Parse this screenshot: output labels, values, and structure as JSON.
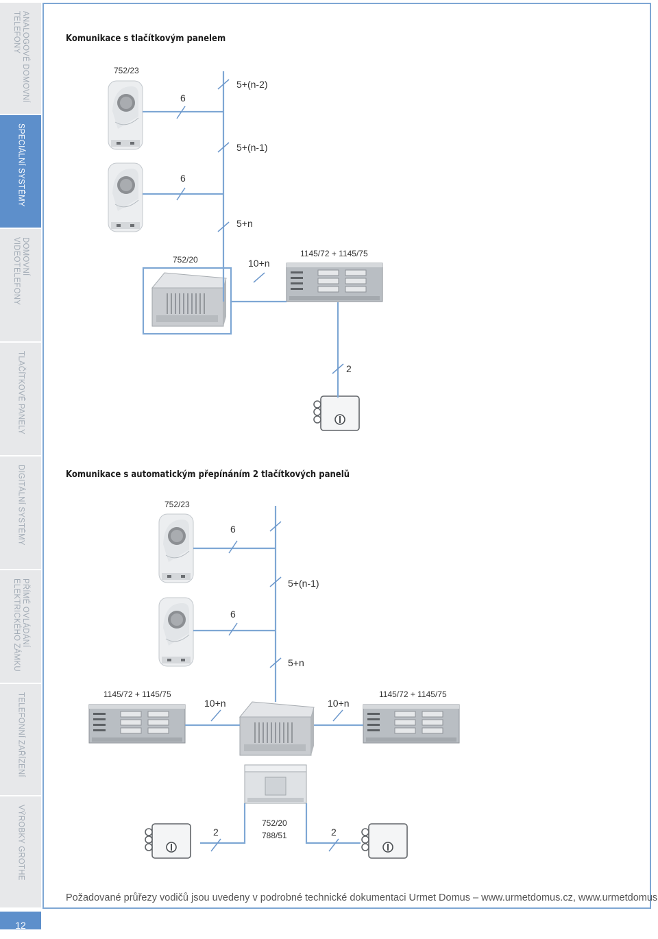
{
  "sidebar": {
    "tabs": [
      {
        "label": "ANALOGOVÉ DOMOVNÍ\nTELEFONY",
        "active": false
      },
      {
        "label": "SPECIÁLNÍ SYSTÉMY",
        "active": true
      },
      {
        "label": "DOMOVNÍ\nVIDEOTELEFONY",
        "active": false
      },
      {
        "label": "TLAČÍTKOVÉ PANELY",
        "active": false
      },
      {
        "label": "DIGITÁLNÍ SYSTÉMY",
        "active": false
      },
      {
        "label": "PŘÍMÉ OVLÁDÁNÍ\nELEKTRICKÉHO ZÁMKU",
        "active": false
      },
      {
        "label": "TELEFONNÍ ZAŘÍZENÍ",
        "active": false
      },
      {
        "label": "VÝROBKY GROTHE",
        "active": false
      }
    ],
    "page_number": "12"
  },
  "section1": {
    "title": "Komunikace s tlačítkovým panelem",
    "handset_label": "752/23",
    "wire_6a": "6",
    "wire_6b": "6",
    "wire_n2": "5+(n-2)",
    "wire_n1": "5+(n-1)",
    "wire_n": "5+n",
    "psu_label": "752/20",
    "wire_10n": "10+n",
    "panel_label": "1145/72 + 1145/75",
    "wire_2": "2"
  },
  "section2": {
    "title": "Komunikace s automatickým přepínáním 2 tlačítkových panelů",
    "handset_label": "752/23",
    "wire_6a": "6",
    "wire_6b": "6",
    "wire_n1": "5+(n-1)",
    "wire_n": "5+n",
    "panel_left_label": "1145/72 + 1145/75",
    "panel_right_label": "1145/72 + 1145/75",
    "wire_10n_left": "10+n",
    "wire_10n_right": "10+n",
    "psu_label_1": "752/20",
    "psu_label_2": "788/51",
    "wire_2_left": "2",
    "wire_2_right": "2"
  },
  "footer": {
    "note": "Požadované průřezy vodičů jsou uvedeny v podrobné technické dokumentaci Urmet Domus – www.urmetdomus.cz, www.urmetdomus.sk"
  },
  "colors": {
    "accent": "#5d8fcb",
    "wire": "#7ea7d4",
    "sidebar_bg": "#e7e8ea",
    "sidebar_text": "#a3acb6"
  }
}
